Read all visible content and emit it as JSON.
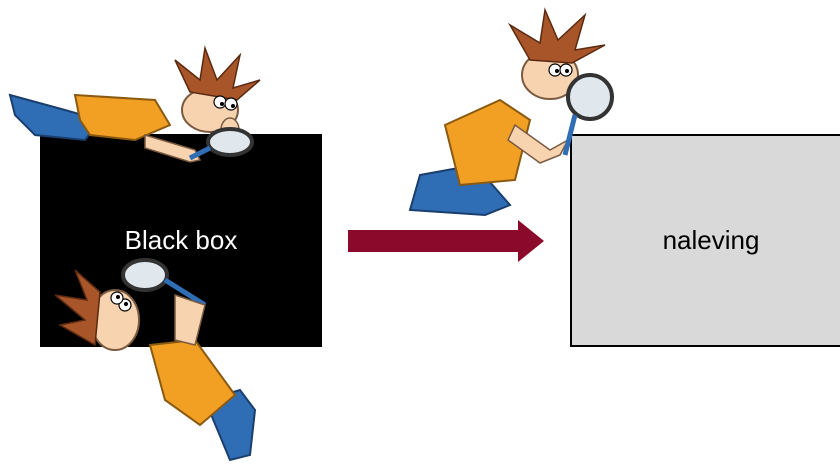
{
  "boxes": {
    "black_box_label": "Black box",
    "compliance_label": "naleving"
  },
  "icons": {
    "inspector": "cartoon-inspector-with-magnifying-glass",
    "arrow": "arrow-right"
  },
  "colors": {
    "black_box_fill": "#000000",
    "compliance_fill": "#d9d9d9",
    "arrow": "#8b0a2b",
    "shirt": "#f2a024",
    "pants": "#2f6db5",
    "skin": "#f7d3b0",
    "hair": "#a8552a"
  }
}
